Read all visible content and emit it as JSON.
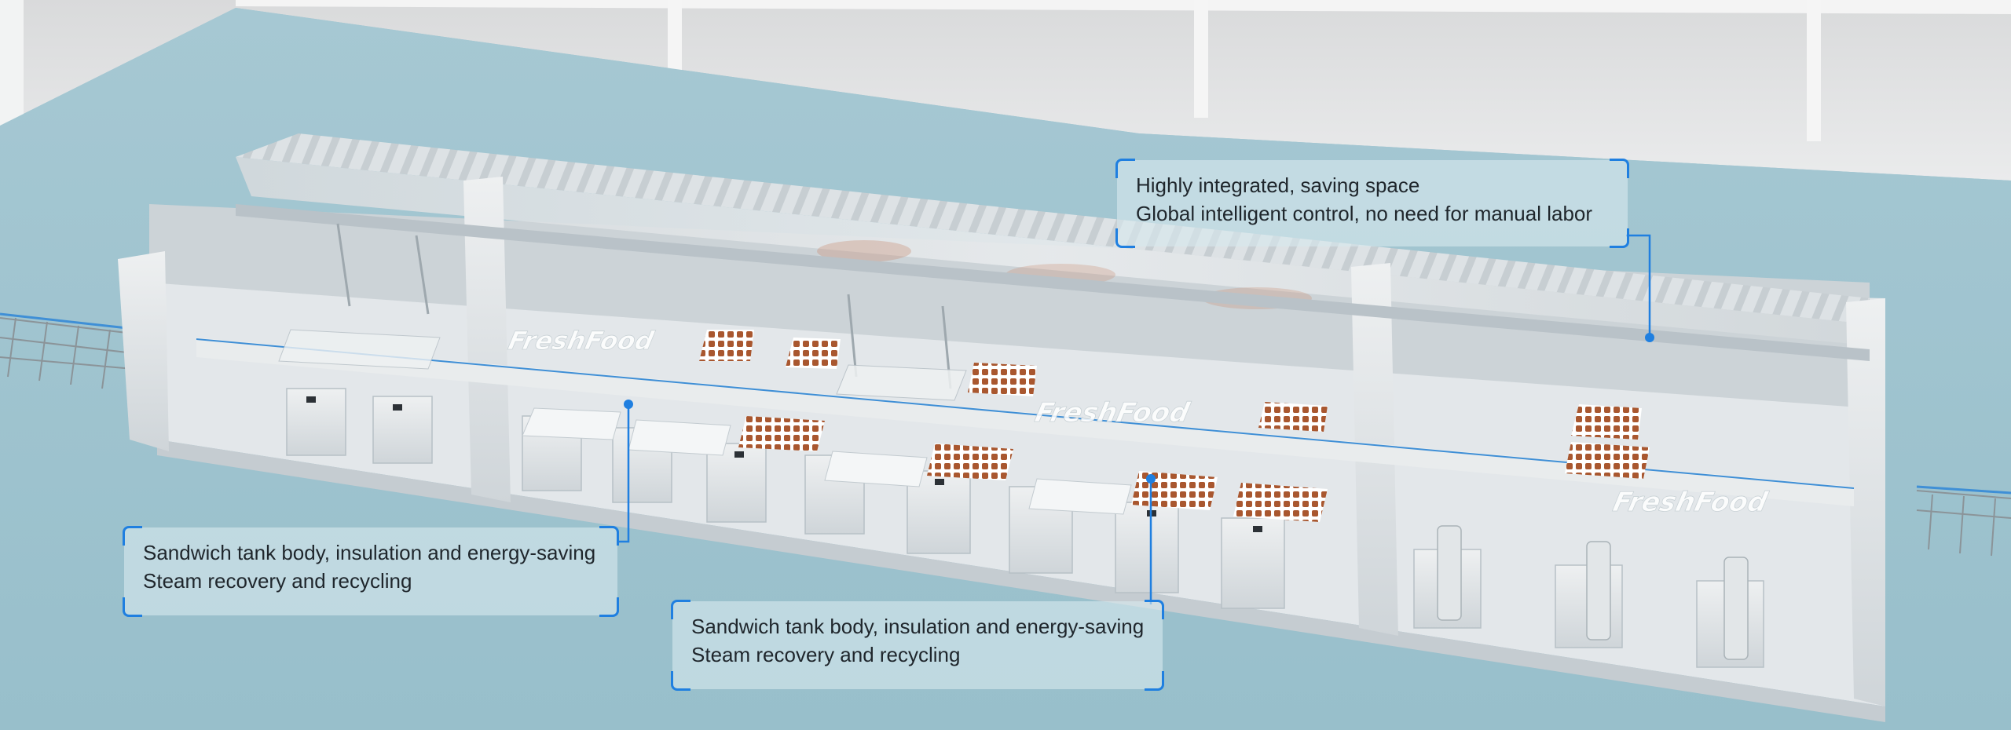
{
  "brand": {
    "logo_text": "FreshFood"
  },
  "colors": {
    "floor": "#9fc3cf",
    "wall": "#e4e5e6",
    "accent": "#1f7fe0",
    "steel": "#dfe3e6",
    "product": "#a9572f"
  },
  "callouts": {
    "top_right": {
      "line1": "Highly integrated, saving space",
      "line2": "Global intelligent control, no need for manual labor"
    },
    "bottom_left": {
      "line1": "Sandwich tank body, insulation and energy-saving",
      "line2": "Steam recovery and recycling"
    },
    "bottom_middle": {
      "line1": "Sandwich tank body, insulation and energy-saving",
      "line2": "Steam recovery and recycling"
    }
  }
}
